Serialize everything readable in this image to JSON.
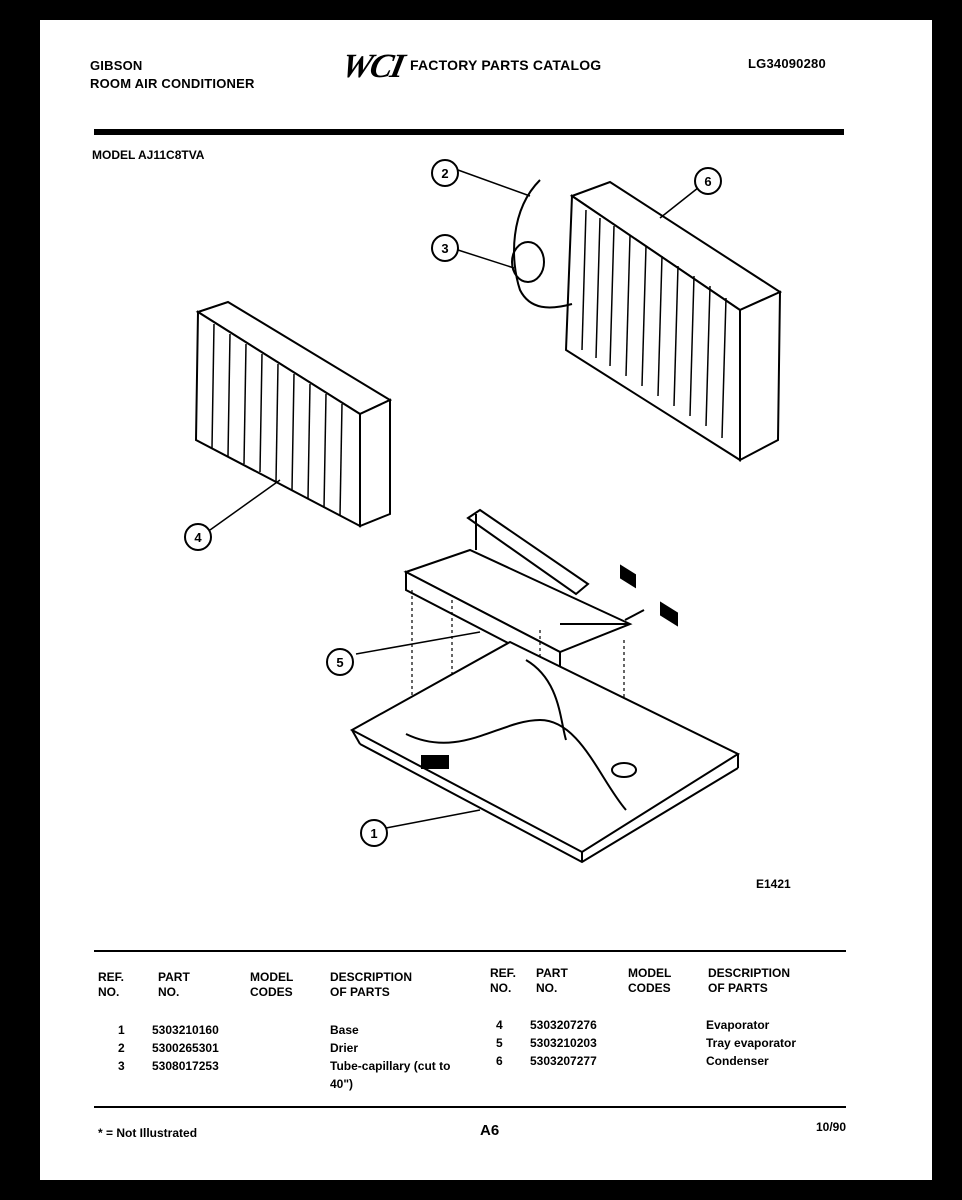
{
  "header": {
    "brand": "GIBSON",
    "product": "ROOM AIR CONDITIONER",
    "logo_text": "WCI",
    "catalog": "FACTORY PARTS CATALOG",
    "catalog_code": "LG34090280"
  },
  "model_line": "MODEL AJ11C8TVA",
  "figure_code": "E1421",
  "callouts": [
    "1",
    "2",
    "3",
    "4",
    "5",
    "6"
  ],
  "table": {
    "headers": {
      "ref_no": "REF.\nNO.",
      "part_no": "PART\nNO.",
      "model_codes": "MODEL\nCODES",
      "description": "DESCRIPTION\nOF PARTS"
    },
    "rows_left": [
      {
        "ref": "1",
        "part": "5303210160",
        "codes": "",
        "desc": "Base"
      },
      {
        "ref": "2",
        "part": "5300265301",
        "codes": "",
        "desc": "Drier"
      },
      {
        "ref": "3",
        "part": "5308017253",
        "codes": "",
        "desc": "Tube-capillary (cut to",
        "desc2": "40\")"
      }
    ],
    "rows_right": [
      {
        "ref": "4",
        "part": "5303207276",
        "codes": "",
        "desc": "Evaporator"
      },
      {
        "ref": "5",
        "part": "5303210203",
        "codes": "",
        "desc": "Tray evaporator"
      },
      {
        "ref": "6",
        "part": "5303207277",
        "codes": "",
        "desc": "Condenser"
      }
    ]
  },
  "footer": {
    "note": "* = Not Illustrated",
    "page": "A6",
    "date": "10/90"
  }
}
